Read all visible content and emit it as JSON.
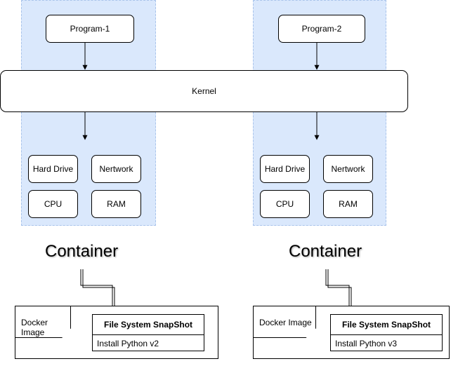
{
  "left": {
    "program": "Program-1",
    "resources": [
      "Hard Drive",
      "Nertwork",
      "CPU",
      "RAM"
    ],
    "container_title": "Container",
    "image_label": "Docker Image",
    "snapshot_title": "File System SnapShot",
    "snapshot_item": "Install Python v2"
  },
  "right": {
    "program": "Program-2",
    "resources": [
      "Hard Drive",
      "Nertwork",
      "CPU",
      "RAM"
    ],
    "container_title": "Container",
    "image_label": "Docker Image",
    "snapshot_title": "File System SnapShot",
    "snapshot_item": "Install Python v3"
  },
  "kernel": "Kernel",
  "colors": {
    "panel_fill": "#dae8fc",
    "panel_border": "#a9c4eb"
  }
}
